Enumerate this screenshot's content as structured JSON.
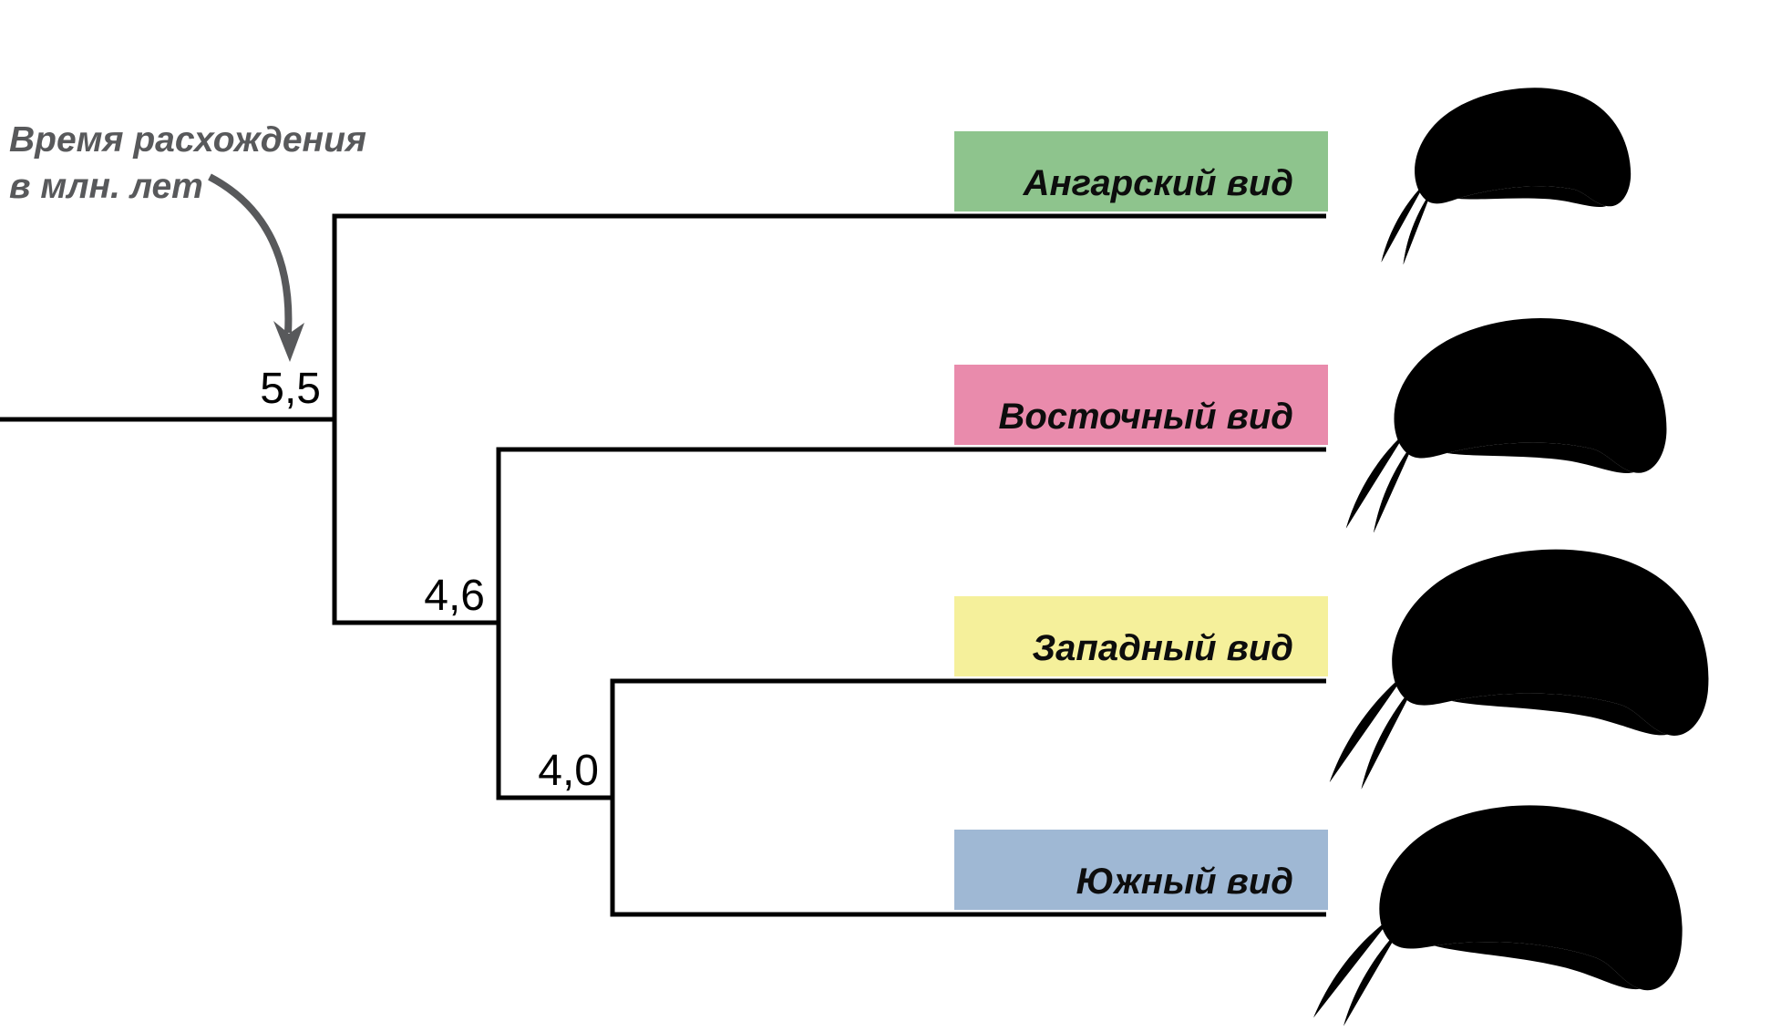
{
  "annotation": {
    "line1": "Время расхождения",
    "line2": "в млн. лет"
  },
  "nodes": [
    {
      "label": "5,5"
    },
    {
      "label": "4,6"
    },
    {
      "label": "4,0"
    }
  ],
  "species": [
    {
      "name": "Ангарский вид",
      "color": "#8ec48d"
    },
    {
      "name": "Восточный вид",
      "color": "#e98bac"
    },
    {
      "name": "Западный вид",
      "color": "#f5f09b"
    },
    {
      "name": "Южный вид",
      "color": "#9fb8d4"
    }
  ],
  "tree": {
    "type": "cladogram",
    "splits": [
      {
        "age_mya": "5,5",
        "children": [
          "Ангарский вид",
          "clade(4,6)"
        ]
      },
      {
        "age_mya": "4,6",
        "children": [
          "Восточный вид",
          "clade(4,0)"
        ]
      },
      {
        "age_mya": "4,0",
        "children": [
          "Западный вид",
          "Южный вид"
        ]
      }
    ]
  },
  "colors": {
    "tree_lines": "#000000",
    "annotation_text": "#58595b",
    "arrow": "#58595b"
  }
}
